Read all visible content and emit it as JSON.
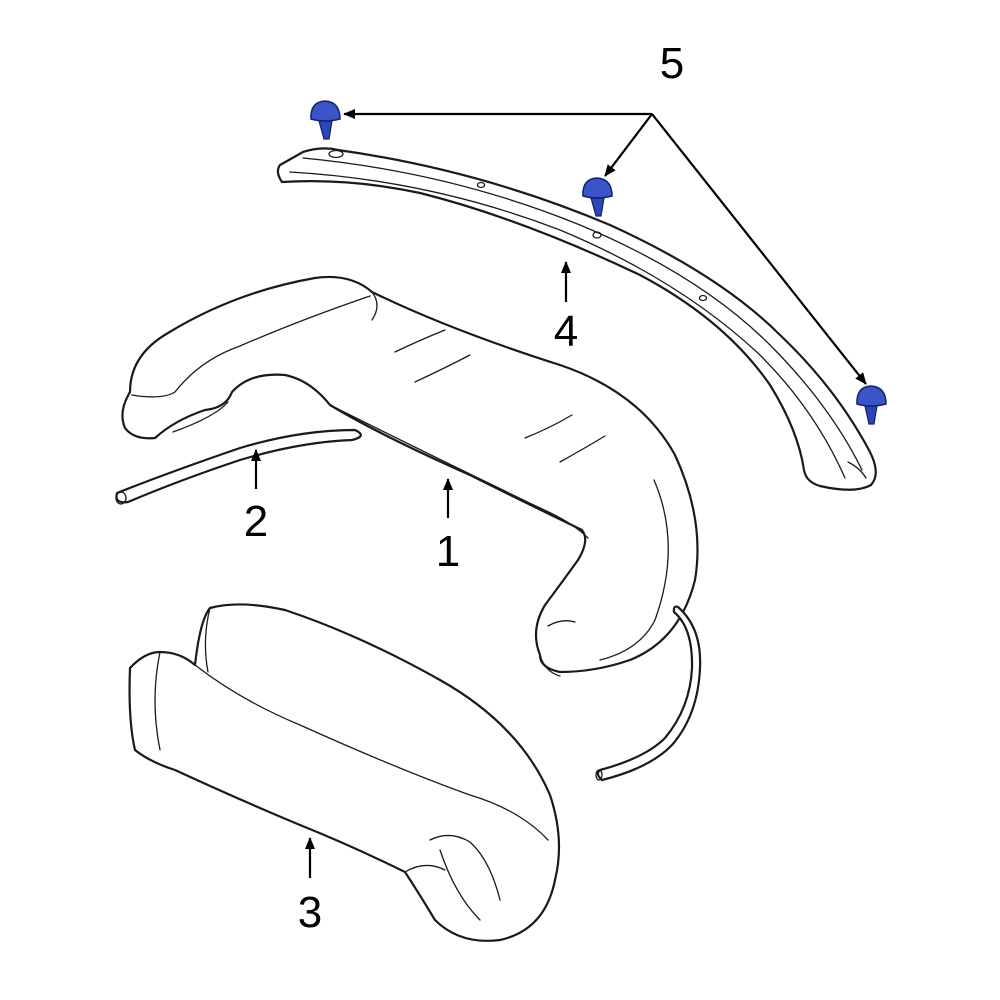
{
  "callouts": {
    "c1": "1",
    "c2": "2",
    "c3": "3",
    "c4": "4",
    "c5": "5"
  },
  "colors": {
    "line": "#1a1a1a",
    "highlight": "#3a55c8",
    "highlight_dark": "#15206b",
    "background": "#ffffff"
  }
}
